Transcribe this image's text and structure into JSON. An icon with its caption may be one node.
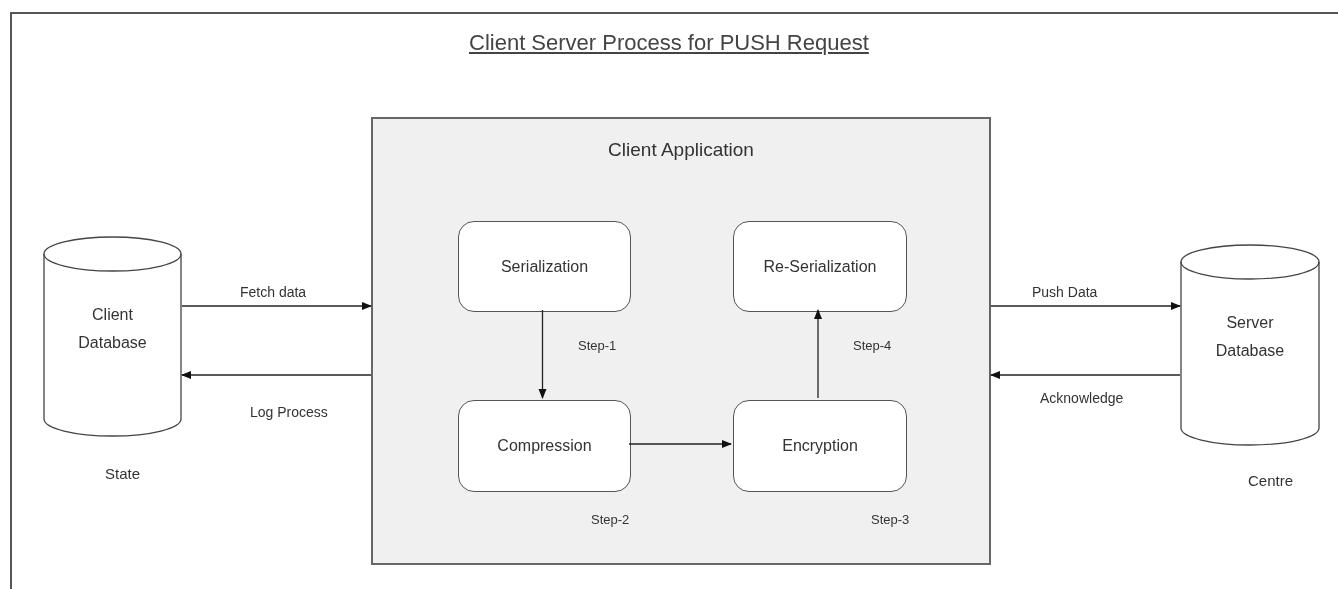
{
  "diagram": {
    "title": "Client Server Process for PUSH Request",
    "nodes": [
      {
        "text": [
          "Client Database"
        ],
        "beside": [
          "State"
        ]
      },
      {
        "text": [
          "Client Application"
        ]
      },
      {
        "text": [
          "Serialization"
        ],
        "in": 1
      },
      {
        "text": [
          "Re-Serialization"
        ],
        "in": 1
      },
      {
        "text": [
          "Compression"
        ],
        "in": 1,
        "beside": [
          "Step-2"
        ]
      },
      {
        "text": [
          "Encryption"
        ],
        "in": 1,
        "beside": [
          "Step-3"
        ]
      },
      {
        "text": [
          "Server Database"
        ],
        "beside": [
          "Centre"
        ]
      }
    ],
    "edges": [
      {
        "from": 0,
        "to": 1,
        "arrow": "to",
        "label": "Fetch data"
      },
      {
        "from": 1,
        "to": 0,
        "arrow": "to",
        "label": "Log Process"
      },
      {
        "from": 2,
        "to": 4,
        "arrow": "to",
        "label": "Step-1"
      },
      {
        "from": 4,
        "to": 5,
        "arrow": "to"
      },
      {
        "from": 5,
        "to": 3,
        "arrow": "to",
        "label": "Step-4"
      },
      {
        "from": 1,
        "to": 6,
        "arrow": "to",
        "label": "Push Data"
      },
      {
        "from": 6,
        "to": 1,
        "arrow": "to",
        "label": "Acknowledge"
      }
    ]
  }
}
